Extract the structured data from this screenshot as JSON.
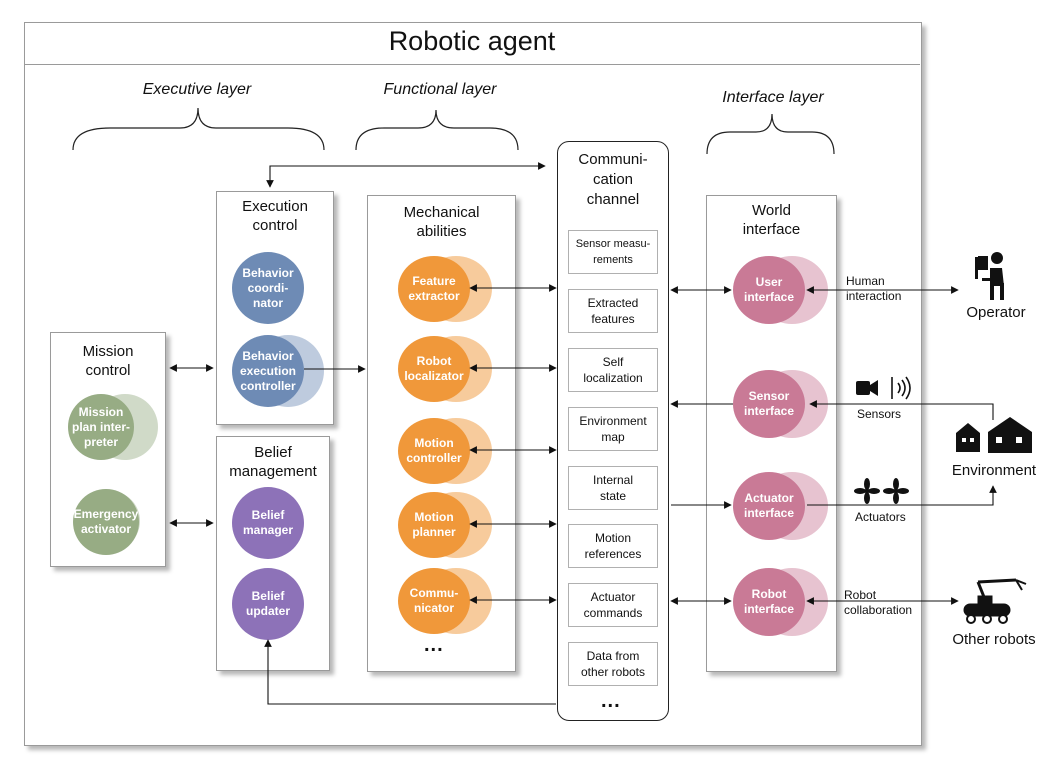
{
  "title": "Robotic agent",
  "layers": {
    "executive": "Executive layer",
    "functional": "Functional layer",
    "interface": "Interface layer"
  },
  "mission_control": {
    "title": "Mission\ncontrol",
    "components": [
      "Mission\nplan inter-\npreter",
      "Emergency\nactivator"
    ],
    "color": "#97ac84"
  },
  "execution_control": {
    "title": "Execution\ncontrol",
    "components": [
      "Behavior\ncoordi-\nnator",
      "Behavior\nexecution\ncontroller"
    ],
    "color": "#6e8bb5"
  },
  "belief_management": {
    "title": "Belief\nmanagement",
    "components": [
      "Belief\nmanager",
      "Belief\nupdater"
    ],
    "color": "#8d72b8"
  },
  "mechanical_abilities": {
    "title": "Mechanical\nabilities",
    "components": [
      "Feature\nextractor",
      "Robot\nlocalizator",
      "Motion\ncontroller",
      "Motion\nplanner",
      "Commu-\nnicator"
    ],
    "ellipsis": "...",
    "color": "#f0983a"
  },
  "communication_channel": {
    "title": "Communi-\ncation\nchannel",
    "items": [
      "Sensor measu-\nrements",
      "Extracted\nfeatures",
      "Self\nlocalization",
      "Environment\nmap",
      "Internal\nstate",
      "Motion\nreferences",
      "Actuator\ncommands",
      "Data from\nother robots"
    ],
    "ellipsis": "..."
  },
  "world_interface": {
    "title": "World\ninterface",
    "components": [
      "User\ninterface",
      "Sensor\ninterface",
      "Actuator\ninterface",
      "Robot\ninterface"
    ],
    "color": "#c97a96"
  },
  "connections": {
    "human_interaction": "Human\ninteraction",
    "sensors": "Sensors",
    "actuators": "Actuators",
    "robot_collaboration": "Robot\ncollaboration"
  },
  "external": {
    "operator": "Operator",
    "environment": "Environment",
    "other_robots": "Other robots"
  },
  "icons": [
    "person-at-computer-icon",
    "video-camera-icon",
    "signal-waves-icon",
    "houses-icon",
    "fan-icon",
    "robot-arm-icon"
  ]
}
